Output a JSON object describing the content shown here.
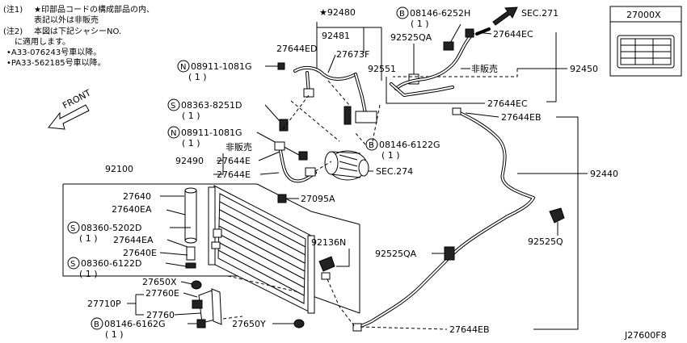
{
  "notes": {
    "note1_prefix": "(注1)",
    "note1_line1": "★印部品コードの構成部品の内、",
    "note1_line2": "表記以外は非販売",
    "note2_prefix": "(注2)",
    "note2_line1": "本図は下記シャシーNO.",
    "note2_line2": "に適用します。",
    "note2_item1": "•A33-076243号車以降。",
    "note2_item2": "•PA33-562185号車以降。"
  },
  "front_label": "FRONT",
  "prefix_letters": {
    "N": "N",
    "S": "S",
    "B": "B"
  },
  "labels": {
    "p92480": "★92480",
    "p92481": "92481",
    "p27644ED": "27644ED",
    "p27673F": "27673F",
    "n08911_1": "08911-1081G",
    "n08911_1_qty": "( 1 )",
    "b08146_6252H": "08146-6252H",
    "b08146_6252H_qty": "( 1 )",
    "sec271": "SEC.271",
    "p92525QA_top": "92525QA",
    "p27644EC_top": "27644EC",
    "hanbai_top": "非販売",
    "p92450": "92450",
    "p92551": "92551",
    "p27644EC_mid": "27644EC",
    "p27644EB_top": "27644EB",
    "s08363": "08363-8251D",
    "s08363_qty": "( 1 )",
    "n08911_2": "08911-1081G",
    "n08911_2_qty": "( 1 )",
    "b08146_6122G": "08146-6122G",
    "b08146_6122G_qty": "( 1 )",
    "hanbai_mid": "非販売",
    "p92490": "92490",
    "p27644E_1": "27644E",
    "p27644E_2": "27644E",
    "sec274": "SEC.274",
    "p92440": "92440",
    "p92100": "92100",
    "p27640": "27640",
    "p27640EA": "27640EA",
    "p27095A": "27095A",
    "s08360_5202D": "08360-5202D",
    "s08360_5202D_qty": "( 1 )",
    "p27644EA": "27644EA",
    "p27640E": "27640E",
    "s08360_6122D": "08360-6122D",
    "s08360_6122D_qty": "( 1 )",
    "p92136N": "92136N",
    "p92525Q": "92525Q",
    "p92525QA_low": "92525QA",
    "p27650X": "27650X",
    "p27760E": "27760E",
    "p27710P": "27710P",
    "p27760": "27760",
    "b08146_6162G": "08146-6162G",
    "b08146_6162G_qty": "( 1 )",
    "p27650Y": "27650Y",
    "p27644EB_bottom": "27644EB",
    "p27000X": "27000X"
  },
  "diagram_code": "J27600F8"
}
